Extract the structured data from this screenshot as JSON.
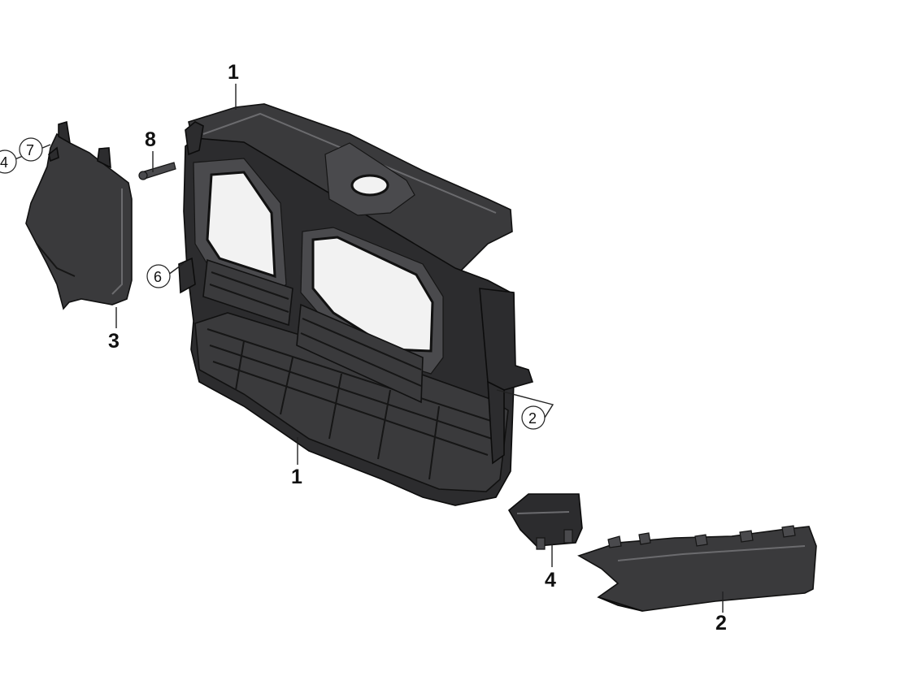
{
  "callouts": {
    "frame_top": "1",
    "frame_bottom": "1",
    "air_duct_right": "2",
    "circled_2": "2",
    "side_panel": "3",
    "small_bracket": "4",
    "circled_4": "4",
    "circled_6": "6",
    "circled_7": "7",
    "screw": "8"
  }
}
